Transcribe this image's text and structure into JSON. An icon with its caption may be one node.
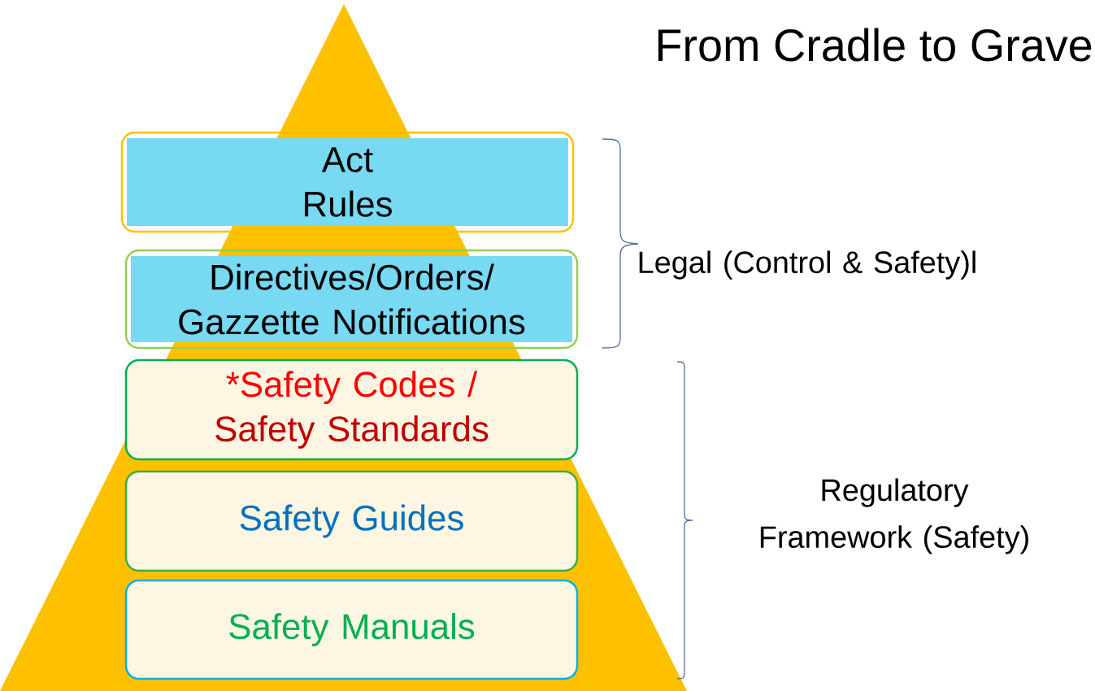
{
  "diagram": {
    "title": "From Cradle to Grave",
    "nodes": [
      {
        "text": [
          "Act",
          "Rules"
        ]
      },
      {
        "text": [
          "Directives/Orders/ Gazzette Notifications"
        ]
      },
      {
        "text": [
          "*Safety Codes /",
          "Safety Standards"
        ]
      },
      {
        "text": [
          "Safety Guides"
        ]
      },
      {
        "text": [
          "Safety Manuals"
        ]
      }
    ],
    "labels": [
      "Legal (Control & Safety)l",
      "Regulatory Framework (Safety)"
    ]
  }
}
